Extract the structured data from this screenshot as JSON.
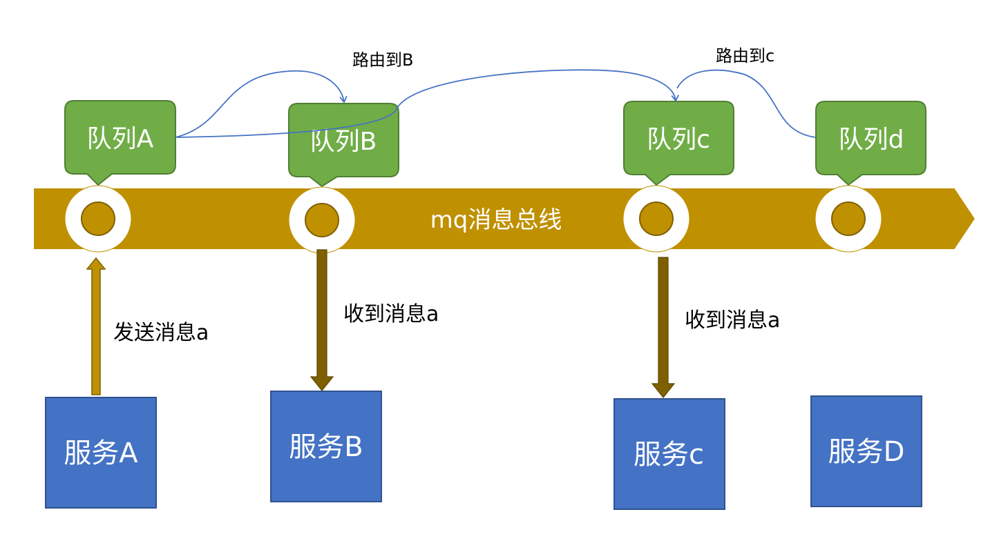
{
  "colors": {
    "bus": "#BF9000",
    "queue": "#70AD47",
    "queue_stroke": "#507E32",
    "service": "#4472C4",
    "service_stroke": "#2F528F",
    "send_arrow": "#BF9000",
    "receive_arrow": "#7F6000",
    "route_line": "#4472C4"
  },
  "bus": {
    "label": "mq消息总线"
  },
  "queues": [
    {
      "id": "a",
      "label": "队列A"
    },
    {
      "id": "b",
      "label": "队列B"
    },
    {
      "id": "c",
      "label": "队列c"
    },
    {
      "id": "d",
      "label": "队列d"
    }
  ],
  "services": [
    {
      "id": "a",
      "label": "服务A"
    },
    {
      "id": "b",
      "label": "服务B"
    },
    {
      "id": "c",
      "label": "服务c"
    },
    {
      "id": "d",
      "label": "服务D"
    }
  ],
  "flows": {
    "send": "发送消息a",
    "receive_b": "收到消息a",
    "receive_c": "收到消息a"
  },
  "routes": {
    "to_b": "路由到B",
    "to_c": "路由到c"
  }
}
